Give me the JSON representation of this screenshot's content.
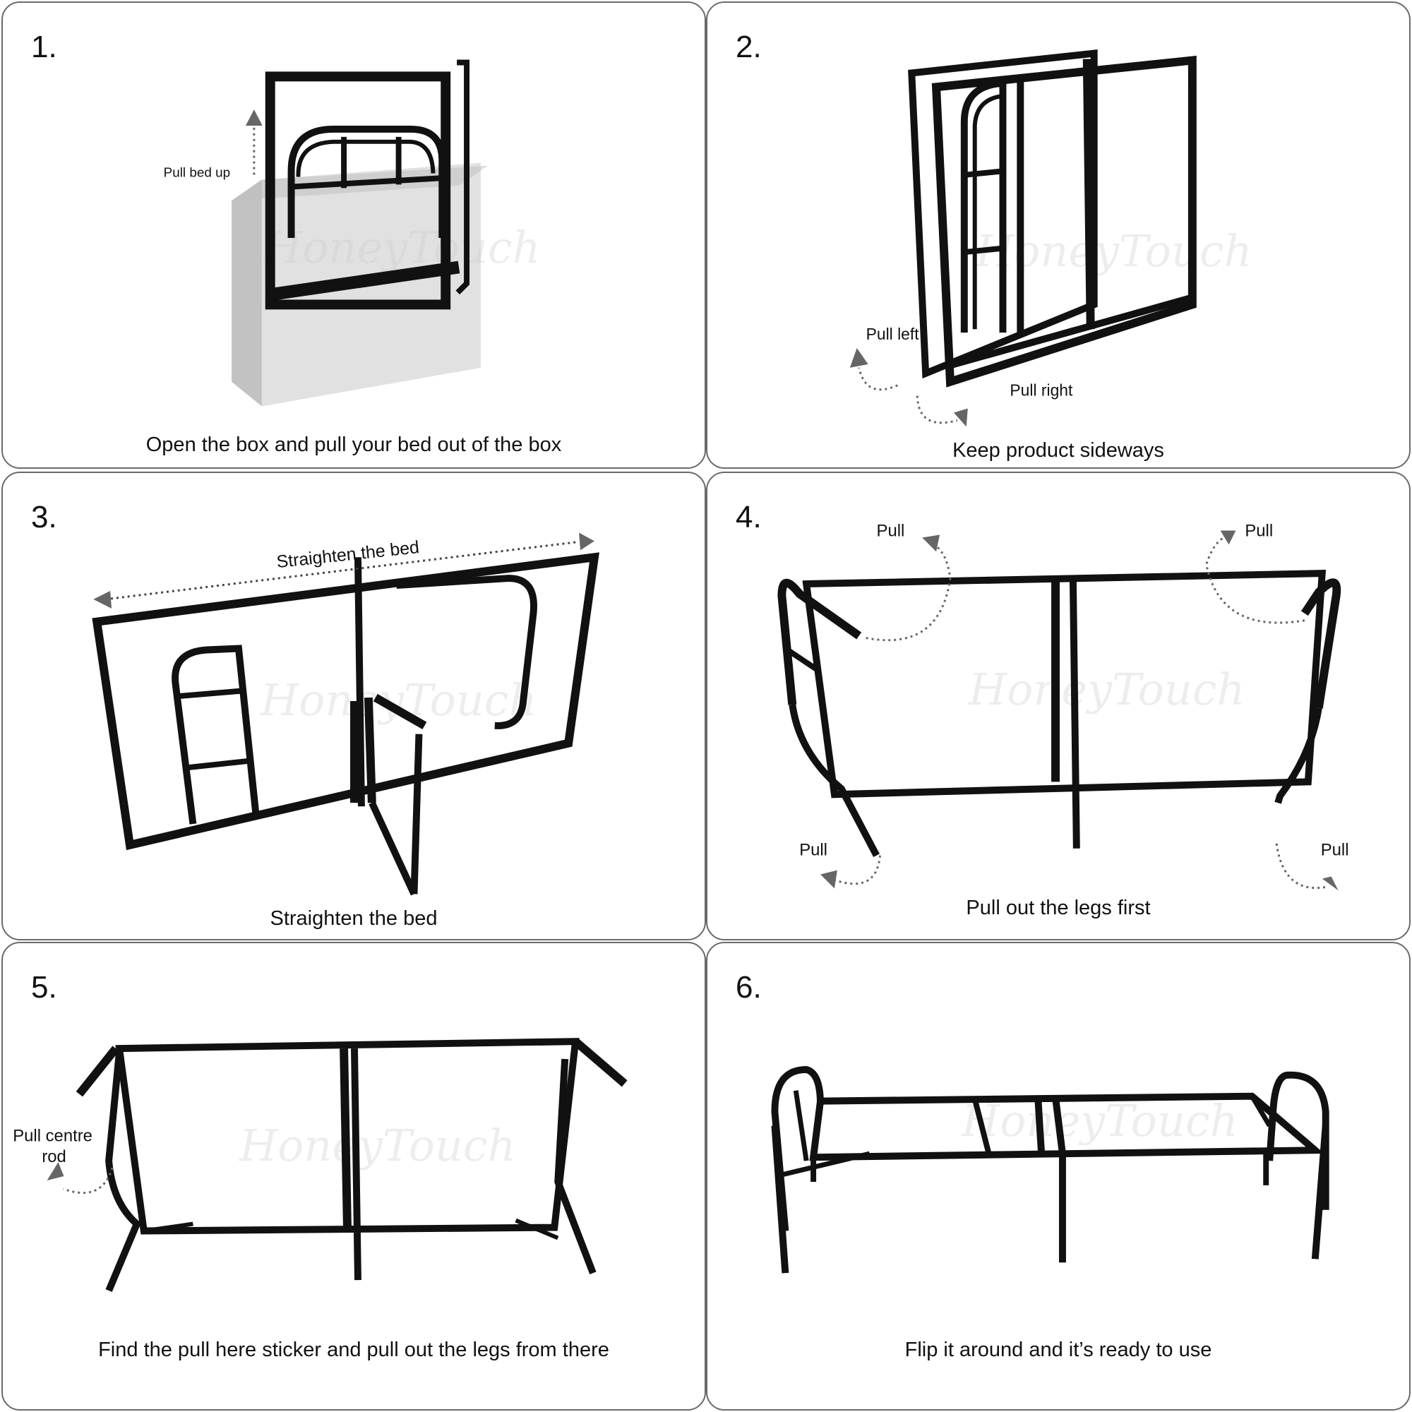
{
  "steps": [
    {
      "number": "1.",
      "caption": "Open the box and pull your bed out of the box",
      "labels": [
        "Pull bed up"
      ]
    },
    {
      "number": "2.",
      "caption": "Keep product sideways",
      "labels": [
        "Pull left",
        "Pull right"
      ]
    },
    {
      "number": "3.",
      "caption": "Straighten the bed",
      "labels": [
        "Straighten the bed"
      ]
    },
    {
      "number": "4.",
      "caption": "Pull out the legs first",
      "labels": [
        "Pull",
        "Pull",
        "Pull",
        "Pull"
      ]
    },
    {
      "number": "5.",
      "caption": "Find the pull here sticker and pull out the legs from there",
      "labels": [
        "Pull centre",
        "rod"
      ]
    },
    {
      "number": "6.",
      "caption": "Flip it around and it’s ready to use",
      "labels": []
    }
  ],
  "watermark": "HoneyTouch",
  "colors": {
    "frame": "#111111",
    "border": "#6a6a6a",
    "arrow": "#666666"
  }
}
